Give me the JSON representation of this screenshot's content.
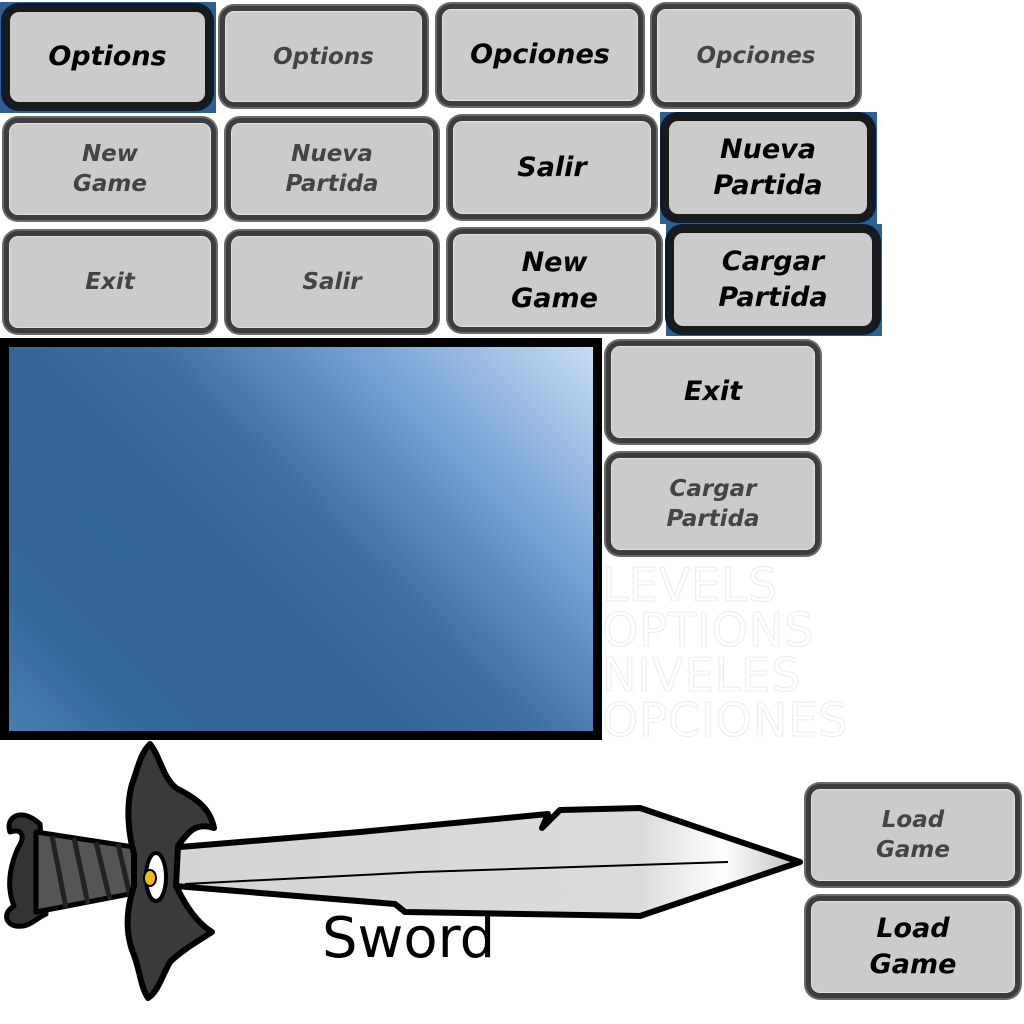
{
  "buttons": {
    "options_active": "Options",
    "options_normal": "Options",
    "opciones_active": "Opciones",
    "opciones_normal": "Opciones",
    "new_game_normal": "New\nGame",
    "nueva_partida_normal": "Nueva\nPartida",
    "salir_active": "Salir",
    "nueva_partida_active": "Nueva\nPartida",
    "exit_normal": "Exit",
    "salir_normal": "Salir",
    "new_game_active": "New\nGame",
    "cargar_partida_active": "Cargar\nPartida",
    "exit_active": "Exit",
    "cargar_partida_normal": "Cargar\nPartida",
    "load_game_normal": "Load\nGame",
    "load_game_active": "Load\nGame"
  },
  "faint_labels": [
    "LEVELS",
    "OPTIONS",
    "NIVELES",
    "OPCIONES"
  ],
  "sword": {
    "label": "Sword"
  },
  "colors": {
    "button_fill": "#cbcbcb",
    "button_border": "#3d3d3d",
    "selection_highlight": "#2f5f8e",
    "panel_gradient_dark": "#336596",
    "panel_gradient_light": "#c7dcf4"
  }
}
